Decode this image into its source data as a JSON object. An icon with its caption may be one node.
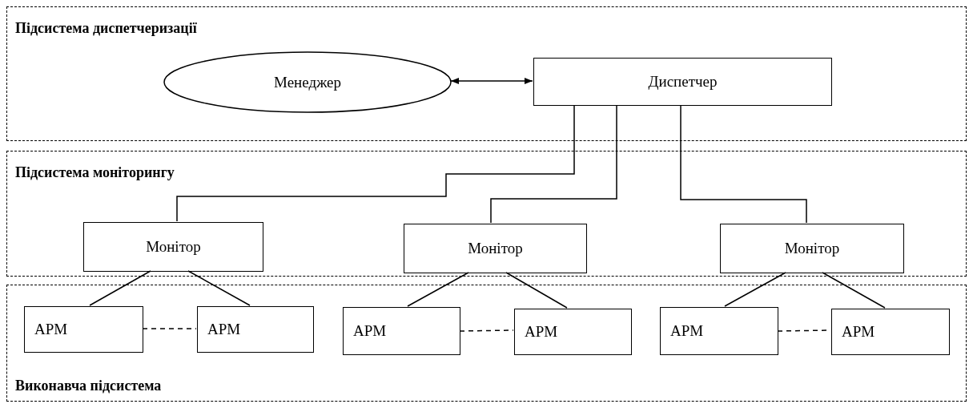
{
  "diagram": {
    "nodes": [
      {
        "text": [
          "Підсистема диспетчеризації"
        ]
      },
      {
        "text": [
          "Менеджер"
        ],
        "in": 0
      },
      {
        "text": [
          "Диспетчер"
        ],
        "in": 0
      },
      {
        "text": [
          "Підсистема моніторингу"
        ]
      },
      {
        "text": [
          "Монітор"
        ],
        "in": 3
      },
      {
        "text": [
          "Монітор"
        ],
        "in": 3
      },
      {
        "text": [
          "Монітор"
        ],
        "in": 3
      },
      {
        "text": [
          "Виконавча підсистема"
        ]
      },
      {
        "text": [
          "АРМ"
        ],
        "in": 7
      },
      {
        "text": [
          "АРМ"
        ],
        "in": 7
      },
      {
        "text": [
          "АРМ"
        ],
        "in": 7
      },
      {
        "text": [
          "АРМ"
        ],
        "in": 7
      },
      {
        "text": [
          "АРМ"
        ],
        "in": 7
      },
      {
        "text": [
          "АРМ"
        ],
        "in": 7
      }
    ],
    "edges": [
      {
        "from": 1,
        "to": 2,
        "arrow": "both"
      },
      {
        "from": 2,
        "to": 4,
        "arrow": "none"
      },
      {
        "from": 2,
        "to": 5,
        "arrow": "none"
      },
      {
        "from": 2,
        "to": 6,
        "arrow": "none"
      },
      {
        "from": 4,
        "to": 8,
        "arrow": "none"
      },
      {
        "from": 4,
        "to": 9,
        "arrow": "none"
      },
      {
        "from": 5,
        "to": 10,
        "arrow": "none"
      },
      {
        "from": 5,
        "to": 11,
        "arrow": "none"
      },
      {
        "from": 6,
        "to": 12,
        "arrow": "none"
      },
      {
        "from": 6,
        "to": 13,
        "arrow": "none"
      },
      {
        "from": 8,
        "to": 9,
        "arrow": "none",
        "style": "dashed"
      },
      {
        "from": 10,
        "to": 11,
        "arrow": "none",
        "style": "dashed"
      },
      {
        "from": 12,
        "to": 13,
        "arrow": "none",
        "style": "dashed"
      }
    ]
  }
}
